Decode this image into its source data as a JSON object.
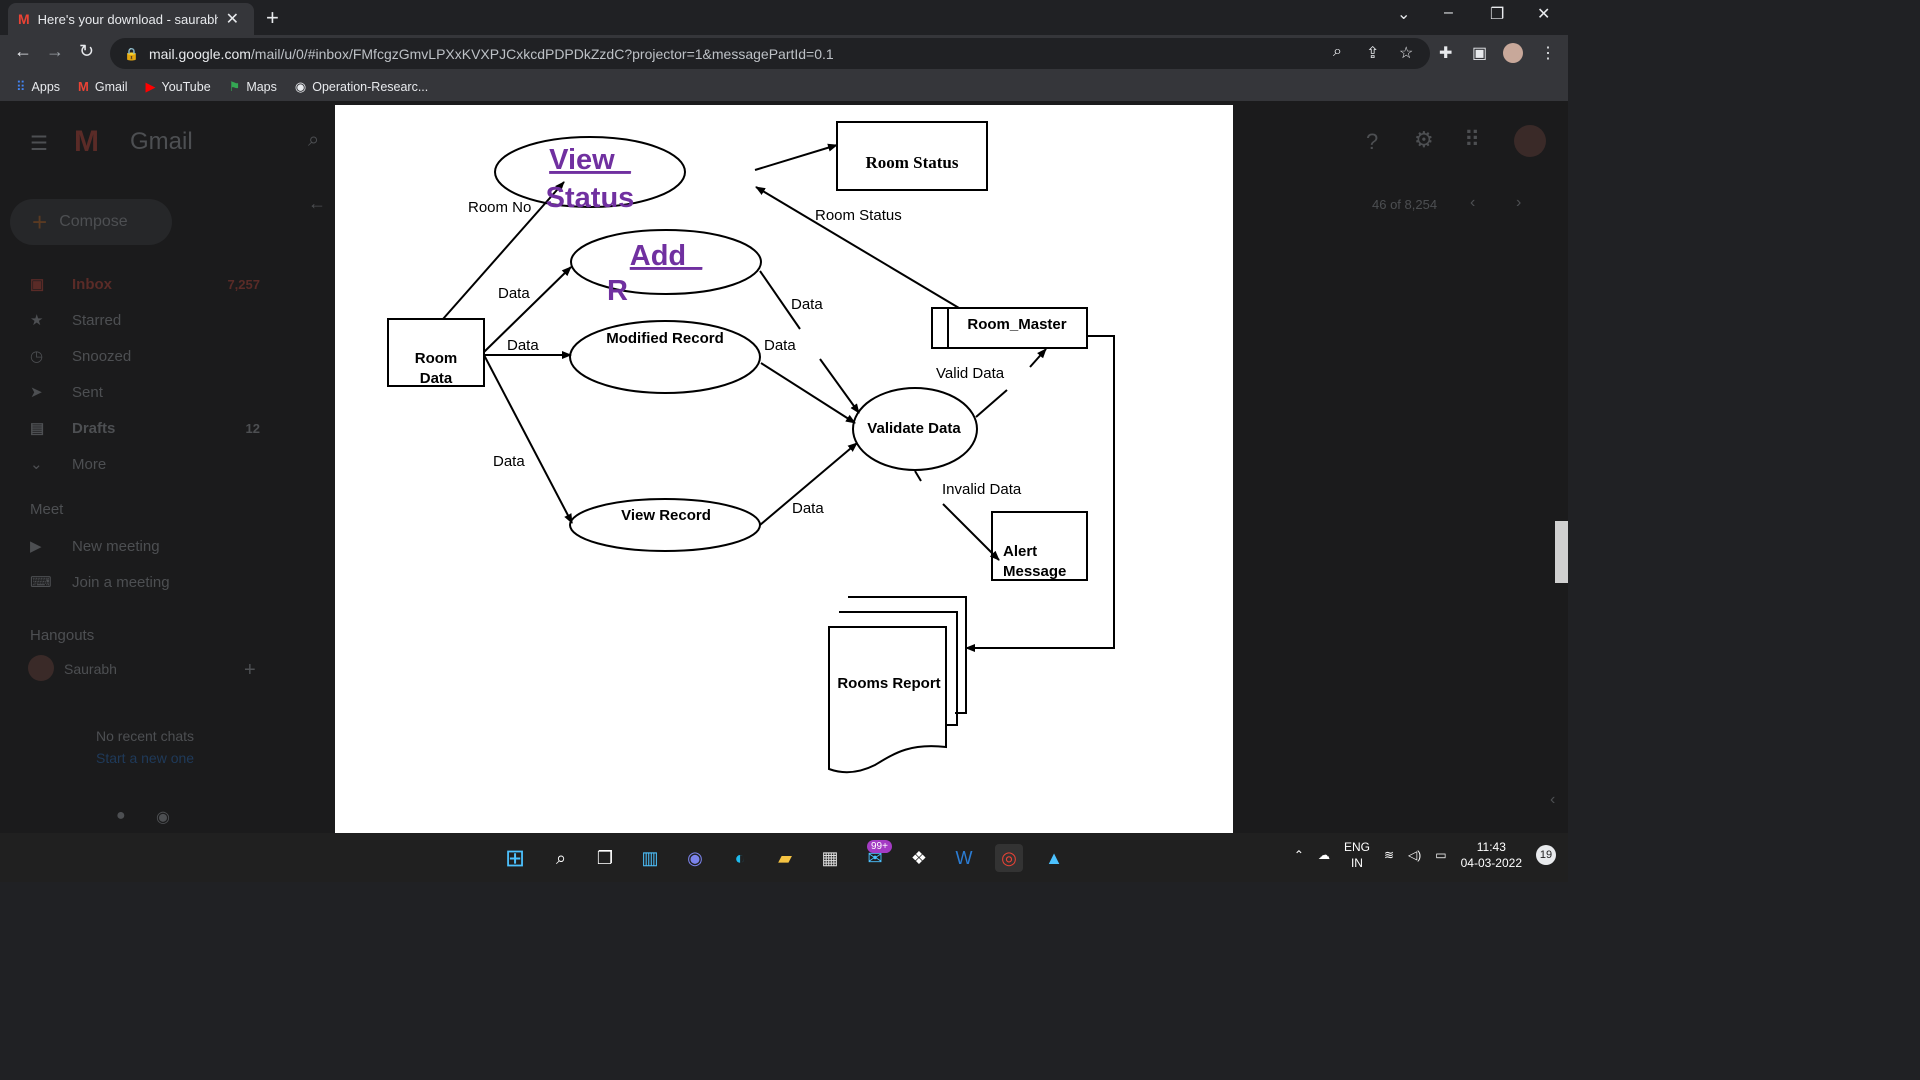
{
  "browser": {
    "tab_title": "Here's your download - saurabhk",
    "url_host": "mail.google.com",
    "url_path": "/mail/u/0/#inbox/FMfcgzGmvLPXxKVXPJCxkcdPDPDkZzdC?projector=1&messagePartId=0.1",
    "bookmarks": [
      "Apps",
      "Gmail",
      "YouTube",
      "Maps",
      "Operation-Researc..."
    ]
  },
  "gmail": {
    "brand": "Gmail",
    "compose": "Compose",
    "nav": [
      {
        "label": "Inbox",
        "count": "7,257"
      },
      {
        "label": "Starred",
        "count": ""
      },
      {
        "label": "Snoozed",
        "count": ""
      },
      {
        "label": "Sent",
        "count": ""
      },
      {
        "label": "Drafts",
        "count": "12"
      },
      {
        "label": "More",
        "count": ""
      }
    ],
    "meet_title": "Meet",
    "meet_items": [
      "New meeting",
      "Join a meeting"
    ],
    "hangouts_title": "Hangouts",
    "hangouts_user": "Saurabh",
    "no_chats": "No recent chats",
    "start_new": "Start a new one",
    "pagination": "46 of 8,254"
  },
  "diagram": {
    "processes": {
      "view_status": "View_",
      "view_status_clip": "Status",
      "add_record": "Add_",
      "add_record_clip": "R",
      "modified": "Modified Record",
      "view_record": "View Record",
      "validate": "Validate Data"
    },
    "entities": {
      "room_data_1": "Room",
      "room_data_2": "Data",
      "room_status": "Room Status",
      "alert_1": "Alert",
      "alert_2": "Message"
    },
    "store": "Room_Master",
    "document": "Rooms Report",
    "flows": {
      "room_no": "Room No",
      "data": "Data",
      "room_status": "Room Status",
      "valid": "Valid Data",
      "invalid": "Invalid Data"
    }
  },
  "taskbar": {
    "mail_badge": "99+",
    "lang_1": "ENG",
    "lang_2": "IN",
    "time": "11:43",
    "date": "04-03-2022",
    "notifications": "19"
  }
}
